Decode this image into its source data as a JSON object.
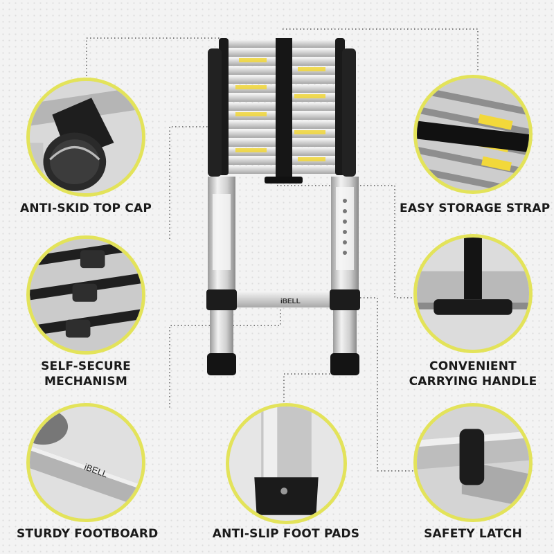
{
  "features": [
    {
      "id": "top-cap",
      "label": "ANTI-SKID TOP CAP"
    },
    {
      "id": "storage-strap",
      "label": "EASY STORAGE STRAP"
    },
    {
      "id": "self-secure",
      "label_line1": "SELF-SECURE",
      "label_line2": "MECHANISM"
    },
    {
      "id": "handle",
      "label_line1": "CONVENIENT",
      "label_line2": "CARRYING HANDLE"
    },
    {
      "id": "footboard",
      "label": "STURDY FOOTBOARD"
    },
    {
      "id": "foot-pads",
      "label": "ANTI-SLIP FOOT PADS"
    },
    {
      "id": "latch",
      "label": "SAFETY LATCH"
    }
  ],
  "brand": "iBELL",
  "colors": {
    "accent": "#e3e35a",
    "background": "#f3f3f3",
    "text": "#1a1a1a"
  }
}
